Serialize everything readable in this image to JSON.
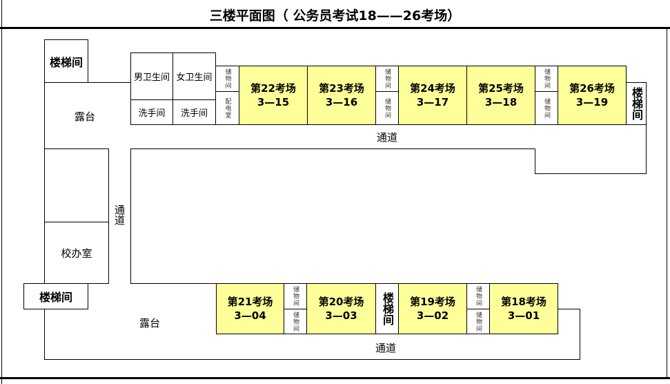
{
  "title": "三楼平面图（ 公务员考试18——26考场）",
  "labels": {
    "stairs": "楼梯间",
    "terrace": "露台",
    "corridor": "通道",
    "principal_office": "校办室",
    "mens_restroom": "男卫生间",
    "womens_restroom": "女卫生间",
    "washroom": "洗手间",
    "storage": "储物间",
    "electrical_room": "配电室"
  },
  "top_rooms": [
    {
      "name": "第22考场",
      "code": "3—15"
    },
    {
      "name": "第23考场",
      "code": "3—16"
    },
    {
      "name": "第24考场",
      "code": "3—17"
    },
    {
      "name": "第25考场",
      "code": "3—18"
    },
    {
      "name": "第26考场",
      "code": "3—19"
    }
  ],
  "bottom_rooms": [
    {
      "name": "第21考场",
      "code": "3—04"
    },
    {
      "name": "第20考场",
      "code": "3—03"
    },
    {
      "name": "第19考场",
      "code": "3—02"
    },
    {
      "name": "第18考场",
      "code": "3—01"
    }
  ],
  "colors": {
    "exam_room": "#ffff99"
  }
}
